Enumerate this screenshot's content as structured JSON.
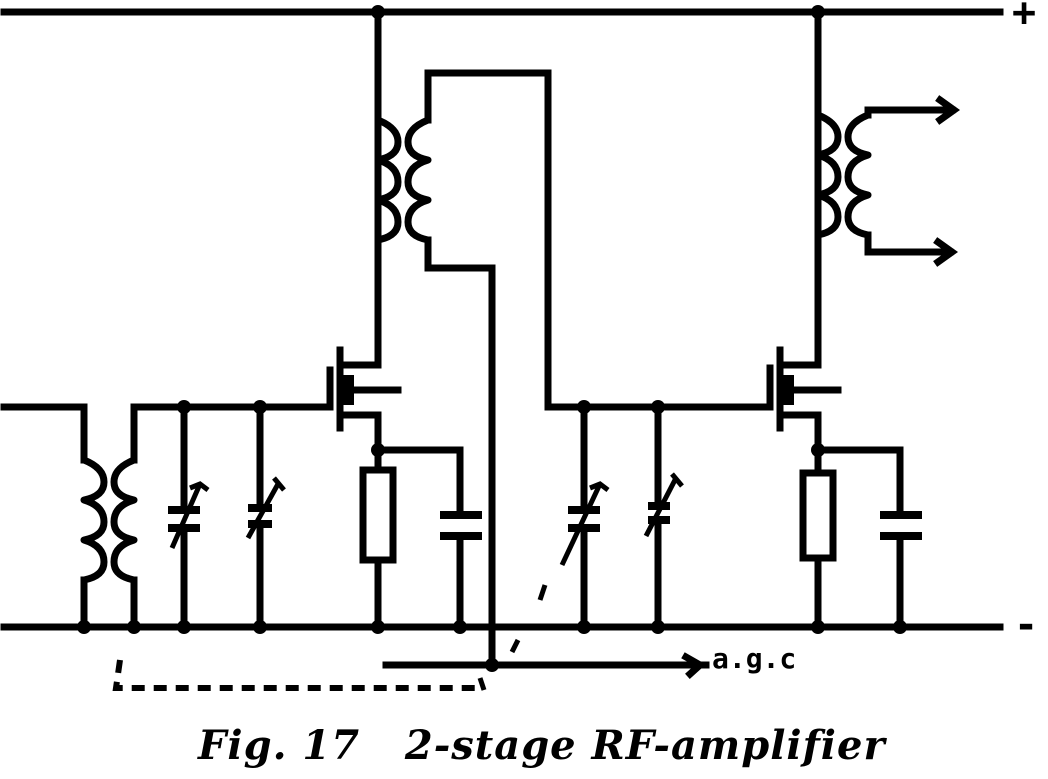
{
  "figure": {
    "caption": "Fig. 17   2-stage RF-amplifier",
    "number": "17",
    "title": "2-stage RF-amplifier"
  },
  "labels": {
    "positive_rail": "+",
    "negative_rail": "-",
    "agc": "a.g.c"
  },
  "components": {
    "stage1": {
      "input_transformer": "coupled inductor pair",
      "tuning_capacitors": [
        "ganged variable capacitor",
        "trimmer capacitor"
      ],
      "transistor": "dual-gate MOSFET",
      "source_resistor": "resistor",
      "bypass_capacitor": "capacitor",
      "drain_transformer": "interstage RF transformer"
    },
    "stage2": {
      "tuning_capacitors": [
        "ganged variable capacitor",
        "trimmer capacitor"
      ],
      "transistor": "dual-gate MOSFET",
      "source_resistor": "resistor",
      "bypass_capacitor": "capacitor",
      "output_transformer": "output RF transformer with two outputs"
    }
  },
  "colors": {
    "ink": "#000000",
    "paper": "#ffffff"
  }
}
